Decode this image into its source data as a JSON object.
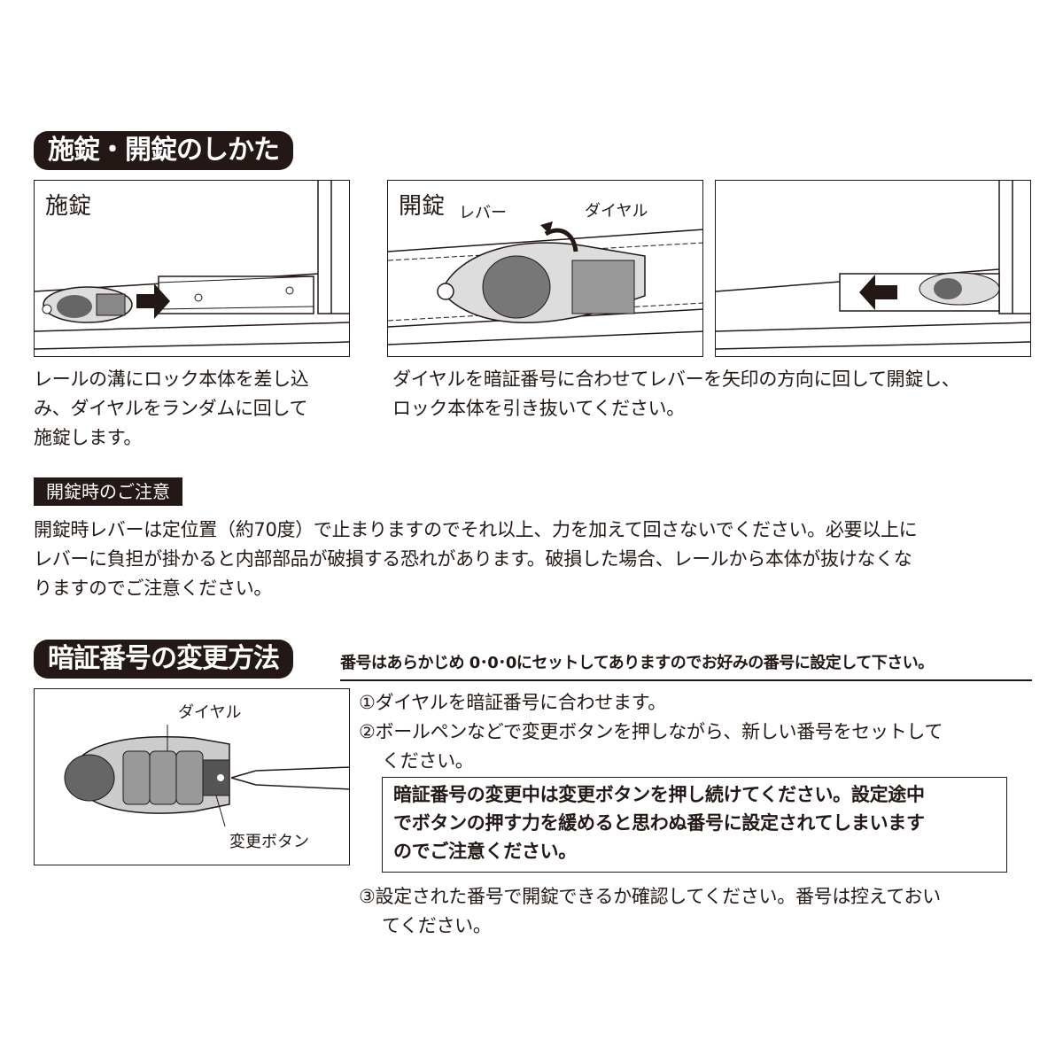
{
  "section1": {
    "title": "施錠・開錠のしかた",
    "panels": [
      {
        "title": "施錠",
        "caption_lines": [
          "レールの溝にロック本体を差し込",
          "み、ダイヤルをランダムに回して",
          "施錠します。"
        ]
      },
      {
        "title": "開錠",
        "labels": {
          "lever": "レバー",
          "dial": "ダイヤル"
        },
        "caption_lines": [
          "ダイヤルを暗証番号に合わせてレバーを矢印の方向に回して開錠し、",
          "ロック本体を引き抜いてください。"
        ]
      },
      {}
    ]
  },
  "notice": {
    "label": "開錠時のご注意",
    "lines": [
      "開錠時レバーは定位置（約70度）で止まりますのでそれ以上、力を加えて回さないでください。必要以上に",
      "レバーに負担が掛かると内部部品が破損する恐れがあります。破損した場合、レールから本体が抜けなくな",
      "りますのでご注意ください。"
    ]
  },
  "section2": {
    "title": "暗証番号の変更方法",
    "note": "番号はあらかじめ 0･0･0にセットしてありますのでお好みの番号に設定して下さい。",
    "illustration": {
      "dial_label": "ダイヤル",
      "button_label": "変更ボタン"
    },
    "steps": {
      "step1": "①ダイヤルを暗証番号に合わせます。",
      "step2_lines": [
        "②ボールペンなどで変更ボタンを押しながら、新しい番号をセットして",
        "ください。"
      ],
      "warning_lines": [
        "暗証番号の変更中は変更ボタンを押し続けてください。設定途中",
        "でボタンの押す力を緩めると思わぬ番号に設定されてしまいます",
        "のでご注意ください。"
      ],
      "step3_lines": [
        "③設定された番号で開錠できるか確認してください。番号は控えておい",
        "てください。"
      ]
    }
  }
}
